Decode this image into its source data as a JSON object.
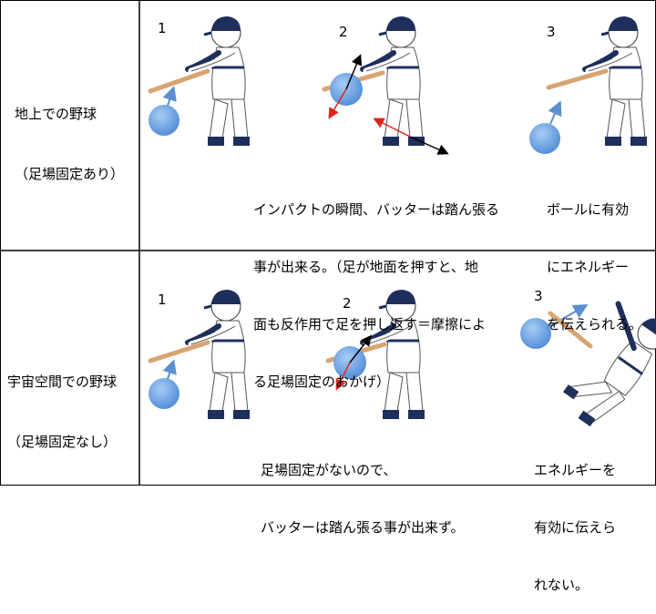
{
  "rows": [
    {
      "label_line1": "地上での野球",
      "label_line2": "（足場固定あり）",
      "steps": [
        "1",
        "2",
        "3"
      ],
      "caption_center_lines": [
        "インパクトの瞬間、バッターは踏ん張る",
        "事が出来る。（足が地面を押すと、地",
        "面も反作用で足を押し返す＝摩擦によ",
        "る足場固定のおかげ）"
      ],
      "caption_right_lines": [
        "ボールに有効",
        "にエネルギー",
        "を伝えられる。"
      ]
    },
    {
      "label_line1": "宇宙空間での野球",
      "label_line2": "（足場固定なし）",
      "steps": [
        "1",
        "2",
        "3"
      ],
      "caption_center_lines": [
        "足場固定がないので、",
        "バッターは踏ん張る事が出来ず。"
      ],
      "caption_right_lines": [
        "エネルギーを",
        "有効に伝えら",
        "れない。"
      ]
    }
  ],
  "colors": {
    "ball": "#6aa3e0",
    "arrow_blue": "#5b8fd1",
    "arrow_red": "#e0241b",
    "arrow_black": "#000000",
    "bat": "#d9a472",
    "uniform_navy": "#1f2f5c"
  }
}
